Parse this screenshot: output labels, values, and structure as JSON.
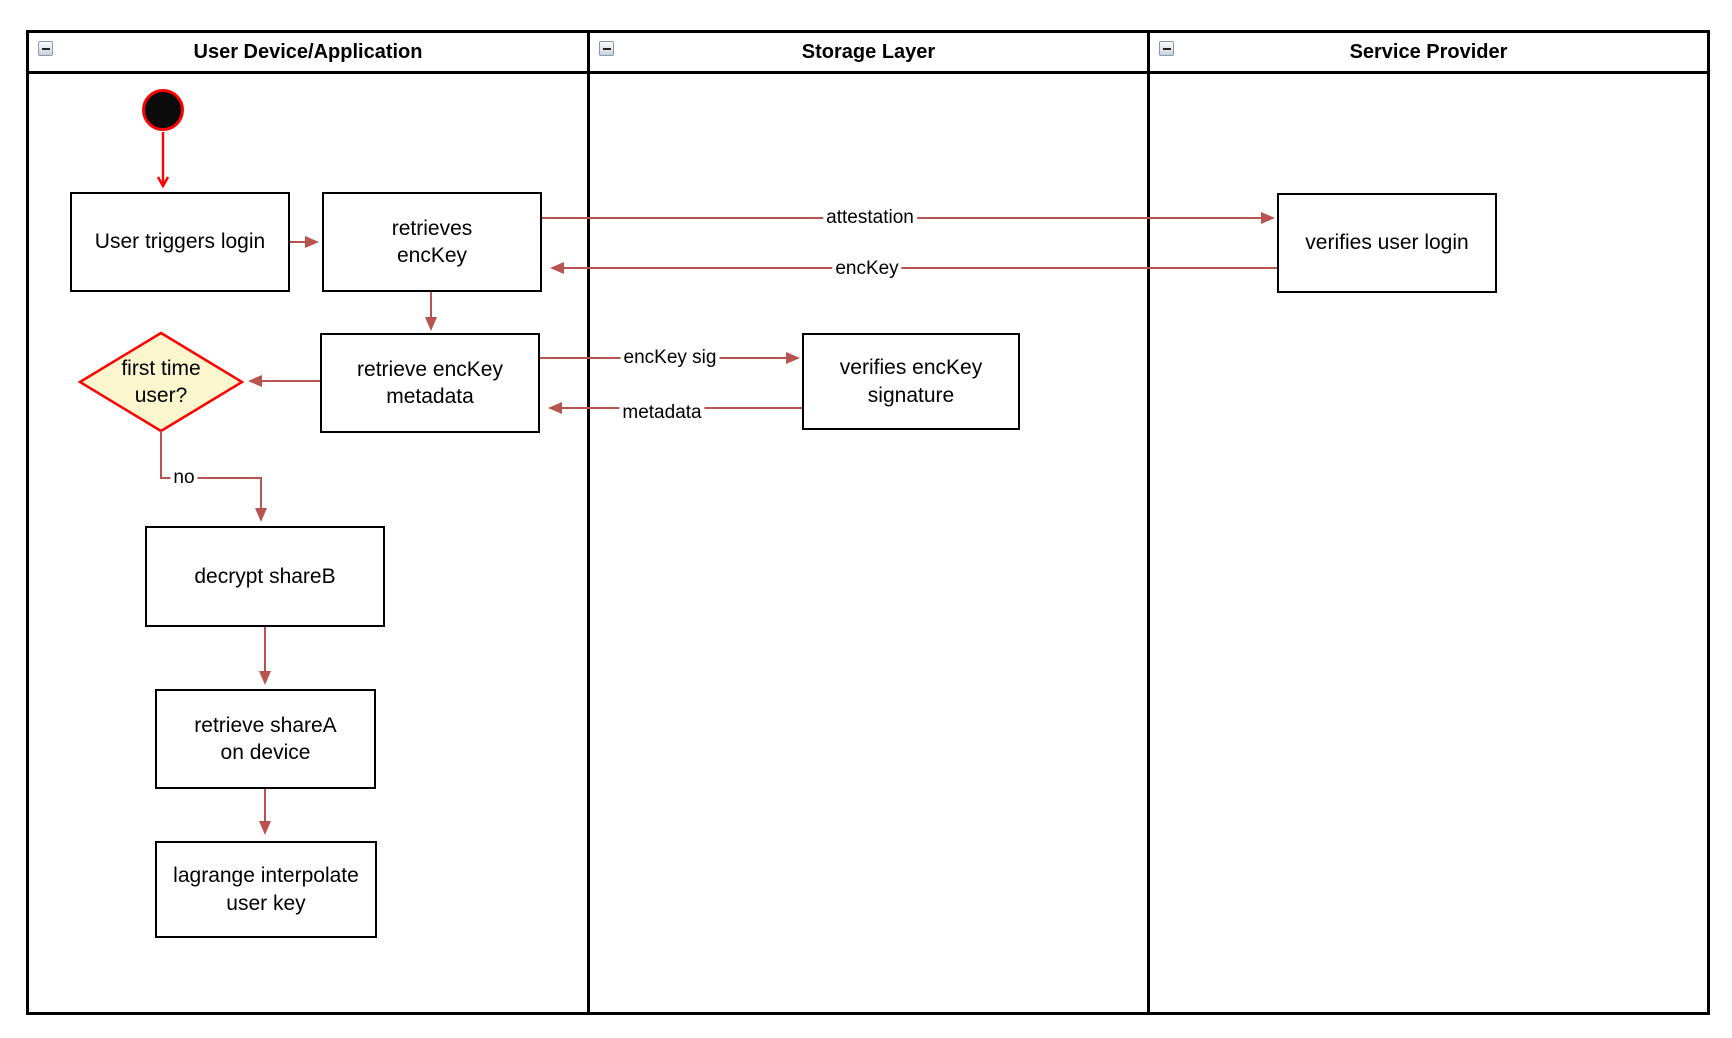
{
  "diagram": {
    "type": "swimlane-activity-diagram",
    "lanes": [
      {
        "label": "User Device/Application"
      },
      {
        "label": "Storage Layer"
      },
      {
        "label": "Service Provider"
      }
    ],
    "icons": {
      "collapse": "minus-square-icon"
    },
    "nodes": {
      "start": {
        "type": "initial-node"
      },
      "user_triggers_login": {
        "label": "User triggers login"
      },
      "retrieves_enckey": {
        "label": "retrieves\nencKey"
      },
      "verifies_user_login": {
        "label": "verifies user login"
      },
      "retrieve_enckey_metadata": {
        "label": "retrieve encKey\nmetadata"
      },
      "verifies_enckey_signature": {
        "label": "verifies encKey\nsignature"
      },
      "first_time_user": {
        "label": "first time\nuser?",
        "type": "decision"
      },
      "decrypt_shareb": {
        "label": "decrypt shareB"
      },
      "retrieve_sharea": {
        "label": "retrieve shareA\non device"
      },
      "lagrange": {
        "label": "lagrange interpolate\nuser key"
      }
    },
    "edges": [
      {
        "from": "start",
        "to": "user_triggers_login",
        "label": ""
      },
      {
        "from": "user_triggers_login",
        "to": "retrieves_enckey",
        "label": ""
      },
      {
        "from": "retrieves_enckey",
        "to": "verifies_user_login",
        "label": "attestation"
      },
      {
        "from": "verifies_user_login",
        "to": "retrieves_enckey",
        "label": "encKey"
      },
      {
        "from": "retrieves_enckey",
        "to": "retrieve_enckey_metadata",
        "label": ""
      },
      {
        "from": "retrieve_enckey_metadata",
        "to": "verifies_enckey_signature",
        "label": "encKey sig"
      },
      {
        "from": "verifies_enckey_signature",
        "to": "retrieve_enckey_metadata",
        "label": "metadata"
      },
      {
        "from": "retrieve_enckey_metadata",
        "to": "first_time_user",
        "label": ""
      },
      {
        "from": "first_time_user",
        "to": "decrypt_shareb",
        "label": "no"
      },
      {
        "from": "decrypt_shareb",
        "to": "retrieve_sharea",
        "label": ""
      },
      {
        "from": "retrieve_sharea",
        "to": "lagrange",
        "label": ""
      }
    ],
    "colors": {
      "edge": "#b85450",
      "accent_red": "#ff0000",
      "decision_fill": "#fbf6cd",
      "decision_border": "#ff0000",
      "node_border": "#000000",
      "node_fill": "#ffffff"
    }
  }
}
